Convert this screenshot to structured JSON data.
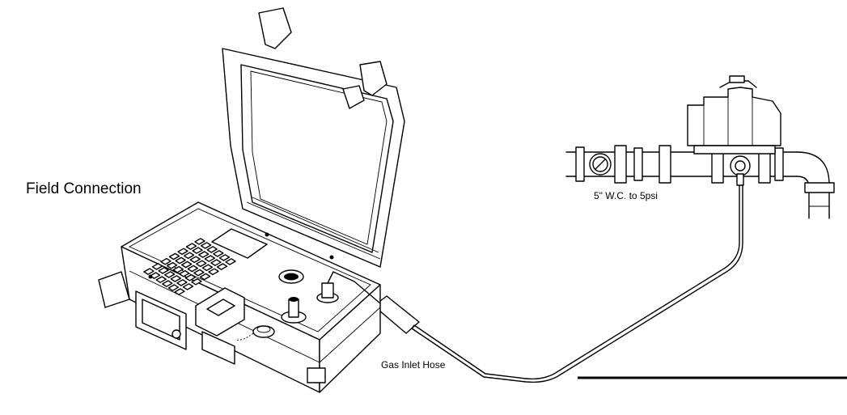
{
  "title": "Field Connection",
  "labels": {
    "pressure_range": "5\" W.C. to 5psi",
    "gas_inlet_hose": "Gas Inlet Hose"
  },
  "colors": {
    "line": "#000000",
    "background": "#ffffff"
  },
  "icons": [
    "analyzer-case-icon",
    "keypad-icon",
    "display-screen-icon",
    "gas-meter-regulator-icon",
    "ball-valve-icon",
    "pipe-elbow-icon",
    "hose-icon"
  ]
}
